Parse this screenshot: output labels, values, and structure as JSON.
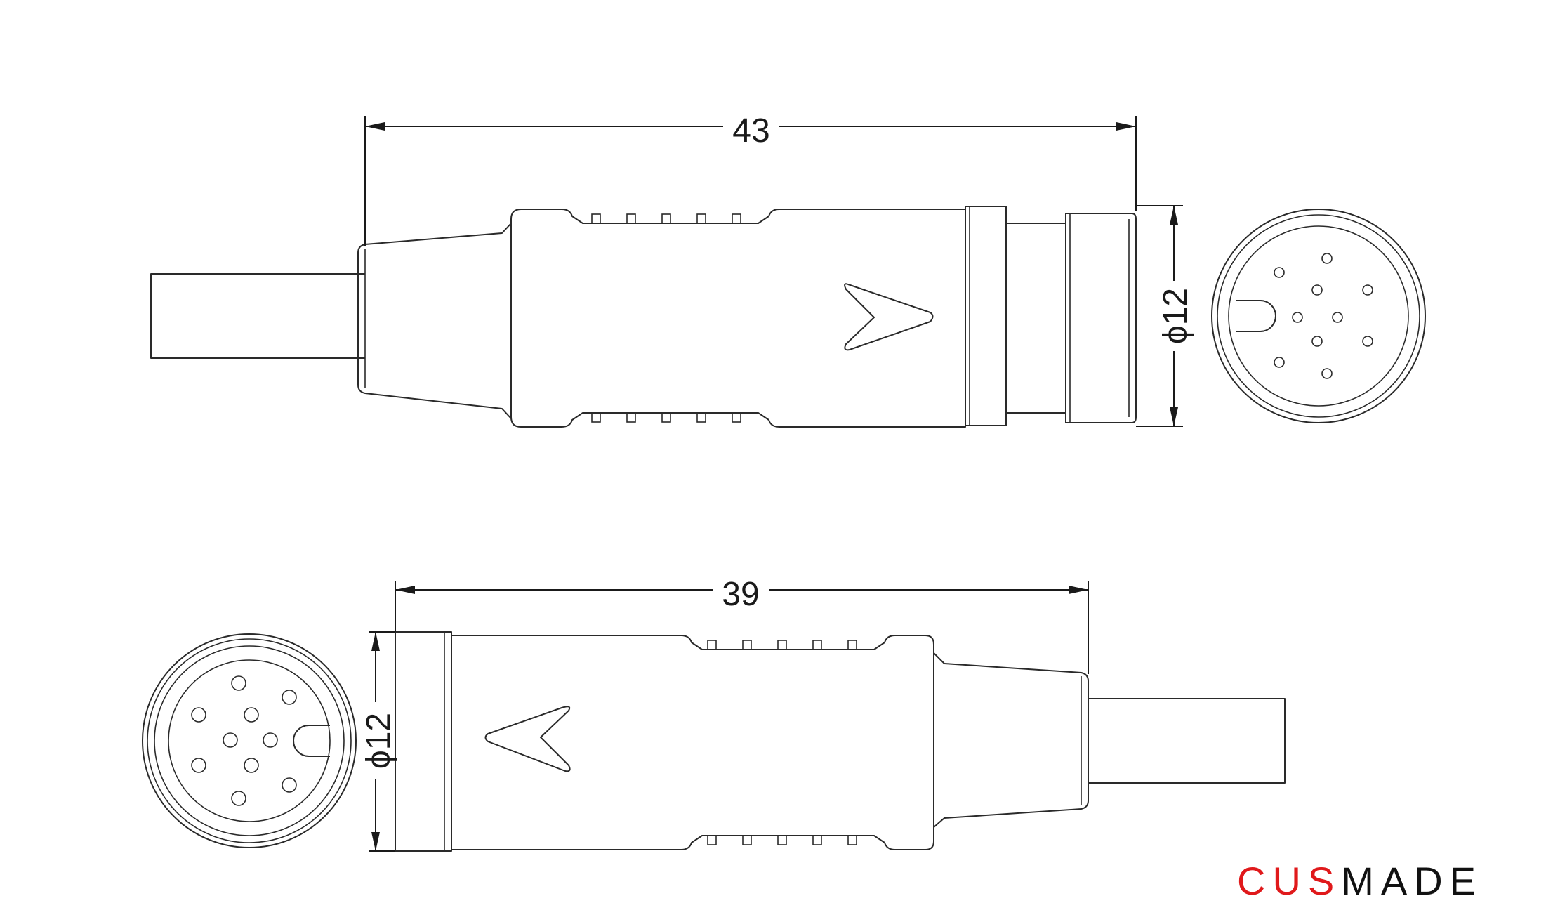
{
  "dimensions": {
    "top_length": "43",
    "top_diameter": "ϕ12",
    "bottom_length": "39",
    "bottom_diameter": "ϕ12"
  },
  "brand": {
    "part_a": "CUS",
    "part_b": "MADE",
    "color_a": "#e0191b",
    "color_b": "#111111"
  },
  "icons": [
    "direction-arrow-icon",
    "pin-face-icon"
  ]
}
